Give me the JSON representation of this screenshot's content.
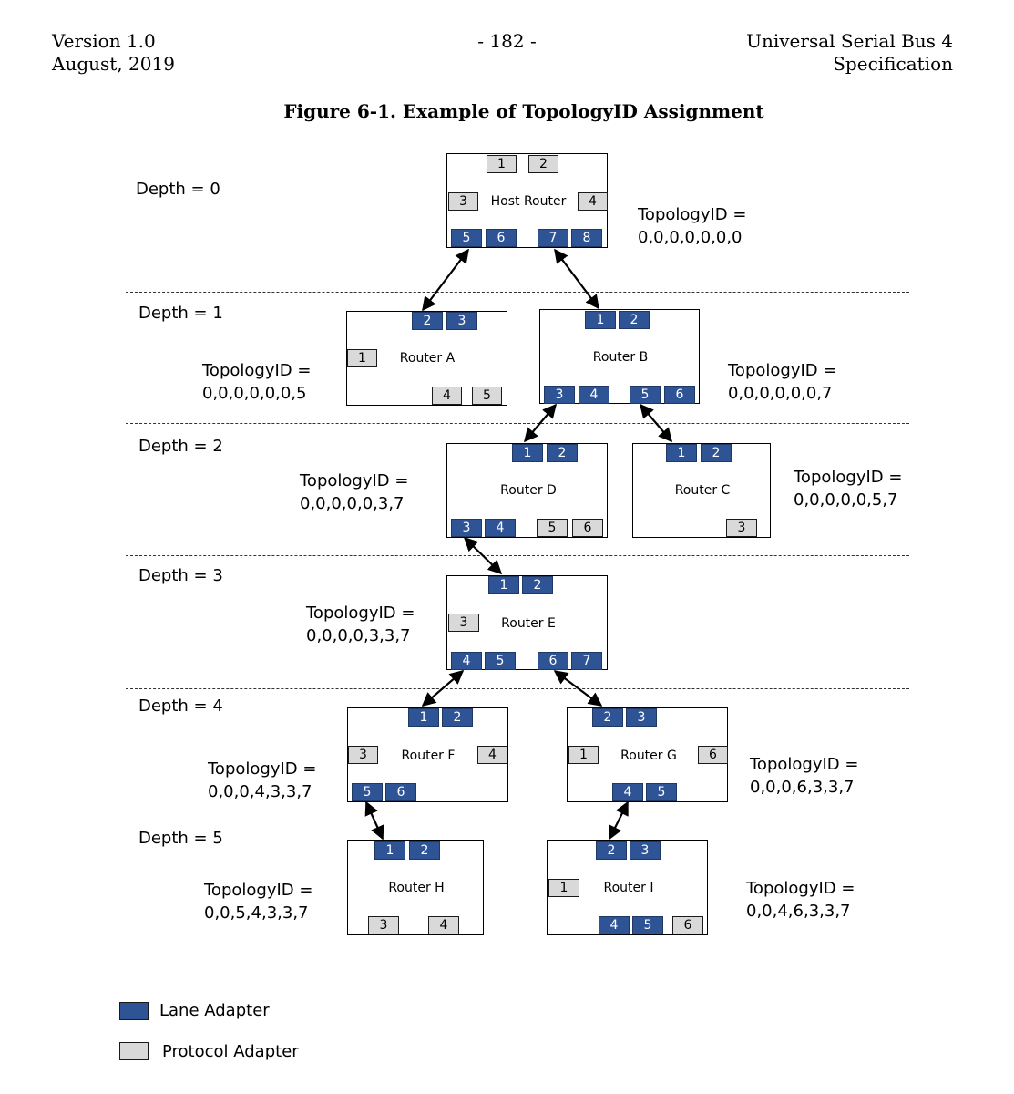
{
  "header": {
    "left_line1": "Version 1.0",
    "left_line2": "August, 2019",
    "page_number": "- 182 -",
    "right_line1": "Universal Serial Bus 4",
    "right_line2": "Specification"
  },
  "figure_title": "Figure 6-1.  Example of TopologyID Assignment",
  "depths": [
    "Depth =  0",
    "Depth = 1",
    "Depth = 2",
    "Depth = 3",
    "Depth = 4",
    "Depth = 5"
  ],
  "routers": {
    "host": {
      "name": "Host Router",
      "topology_line1": "TopologyID =",
      "topology_line2": "0,0,0,0,0,0,0",
      "adapters": [
        {
          "label": "1",
          "type": "protocol"
        },
        {
          "label": "2",
          "type": "protocol"
        },
        {
          "label": "3",
          "type": "protocol"
        },
        {
          "label": "4",
          "type": "protocol"
        },
        {
          "label": "5",
          "type": "lane"
        },
        {
          "label": "6",
          "type": "lane"
        },
        {
          "label": "7",
          "type": "lane"
        },
        {
          "label": "8",
          "type": "lane"
        }
      ]
    },
    "a": {
      "name": "Router A",
      "topology_line1": "TopologyID =",
      "topology_line2": "0,0,0,0,0,0,5",
      "adapters": [
        {
          "label": "2",
          "type": "lane"
        },
        {
          "label": "3",
          "type": "lane"
        },
        {
          "label": "1",
          "type": "protocol"
        },
        {
          "label": "4",
          "type": "protocol"
        },
        {
          "label": "5",
          "type": "protocol"
        }
      ]
    },
    "b": {
      "name": "Router B",
      "topology_line1": "TopologyID =",
      "topology_line2": "0,0,0,0,0,0,7",
      "adapters": [
        {
          "label": "1",
          "type": "lane"
        },
        {
          "label": "2",
          "type": "lane"
        },
        {
          "label": "3",
          "type": "lane"
        },
        {
          "label": "4",
          "type": "lane"
        },
        {
          "label": "5",
          "type": "lane"
        },
        {
          "label": "6",
          "type": "lane"
        }
      ]
    },
    "d": {
      "name": "Router D",
      "topology_line1": "TopologyID =",
      "topology_line2": "0,0,0,0,0,3,7",
      "adapters": [
        {
          "label": "1",
          "type": "lane"
        },
        {
          "label": "2",
          "type": "lane"
        },
        {
          "label": "3",
          "type": "lane"
        },
        {
          "label": "4",
          "type": "lane"
        },
        {
          "label": "5",
          "type": "protocol"
        },
        {
          "label": "6",
          "type": "protocol"
        }
      ]
    },
    "c": {
      "name": "Router C",
      "topology_line1": "TopologyID =",
      "topology_line2": "0,0,0,0,0,5,7",
      "adapters": [
        {
          "label": "1",
          "type": "lane"
        },
        {
          "label": "2",
          "type": "lane"
        },
        {
          "label": "3",
          "type": "protocol"
        }
      ]
    },
    "e": {
      "name": "Router E",
      "topology_line1": "TopologyID =",
      "topology_line2": "0,0,0,0,3,3,7",
      "adapters": [
        {
          "label": "1",
          "type": "lane"
        },
        {
          "label": "2",
          "type": "lane"
        },
        {
          "label": "3",
          "type": "protocol"
        },
        {
          "label": "4",
          "type": "lane"
        },
        {
          "label": "5",
          "type": "lane"
        },
        {
          "label": "6",
          "type": "lane"
        },
        {
          "label": "7",
          "type": "lane"
        }
      ]
    },
    "f": {
      "name": "Router F",
      "topology_line1": "TopologyID =",
      "topology_line2": "0,0,0,4,3,3,7",
      "adapters": [
        {
          "label": "1",
          "type": "lane"
        },
        {
          "label": "2",
          "type": "lane"
        },
        {
          "label": "3",
          "type": "protocol"
        },
        {
          "label": "4",
          "type": "protocol"
        },
        {
          "label": "5",
          "type": "lane"
        },
        {
          "label": "6",
          "type": "lane"
        }
      ]
    },
    "g": {
      "name": "Router G",
      "topology_line1": "TopologyID =",
      "topology_line2": "0,0,0,6,3,3,7",
      "adapters": [
        {
          "label": "2",
          "type": "lane"
        },
        {
          "label": "3",
          "type": "lane"
        },
        {
          "label": "1",
          "type": "protocol"
        },
        {
          "label": "6",
          "type": "protocol"
        },
        {
          "label": "4",
          "type": "lane"
        },
        {
          "label": "5",
          "type": "lane"
        }
      ]
    },
    "h": {
      "name": "Router H",
      "topology_line1": "TopologyID =",
      "topology_line2": "0,0,5,4,3,3,7",
      "adapters": [
        {
          "label": "1",
          "type": "lane"
        },
        {
          "label": "2",
          "type": "lane"
        },
        {
          "label": "3",
          "type": "protocol"
        },
        {
          "label": "4",
          "type": "protocol"
        }
      ]
    },
    "i": {
      "name": "Router I",
      "topology_line1": "TopologyID =",
      "topology_line2": "0,0,4,6,3,3,7",
      "adapters": [
        {
          "label": "2",
          "type": "lane"
        },
        {
          "label": "3",
          "type": "lane"
        },
        {
          "label": "1",
          "type": "protocol"
        },
        {
          "label": "4",
          "type": "lane"
        },
        {
          "label": "5",
          "type": "lane"
        },
        {
          "label": "6",
          "type": "protocol"
        }
      ]
    }
  },
  "legend": {
    "lane_label": "Lane Adapter",
    "protocol_label": "Protocol Adapter",
    "lane_color": "#2f5496",
    "protocol_color": "#d9d9d9"
  }
}
